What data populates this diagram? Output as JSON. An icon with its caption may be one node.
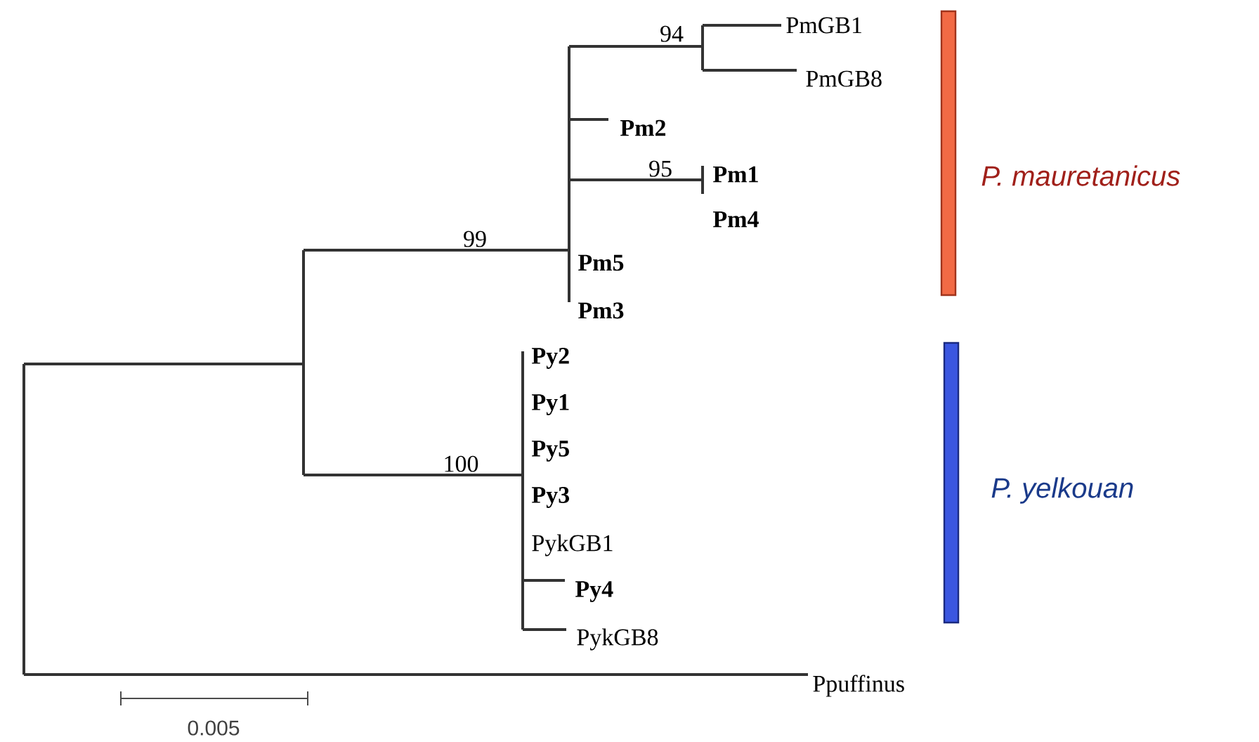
{
  "diagram": {
    "nodes": [
      {
        "text": [
          "P. mauretanicus"
        ]
      },
      {
        "text": [
          "P. yelkouan"
        ]
      }
    ],
    "labels": [
      "94",
      "PmGB1",
      "PmGB8",
      "Pm2",
      "95",
      "Pm1",
      "Pm4",
      "99",
      "Pm5",
      "Pm3",
      "Py2",
      "Py1",
      "100",
      "Py5",
      "Py3",
      "PykGB1",
      "Py4",
      "PykGB8",
      "Ppuffinus",
      "0.005"
    ]
  }
}
